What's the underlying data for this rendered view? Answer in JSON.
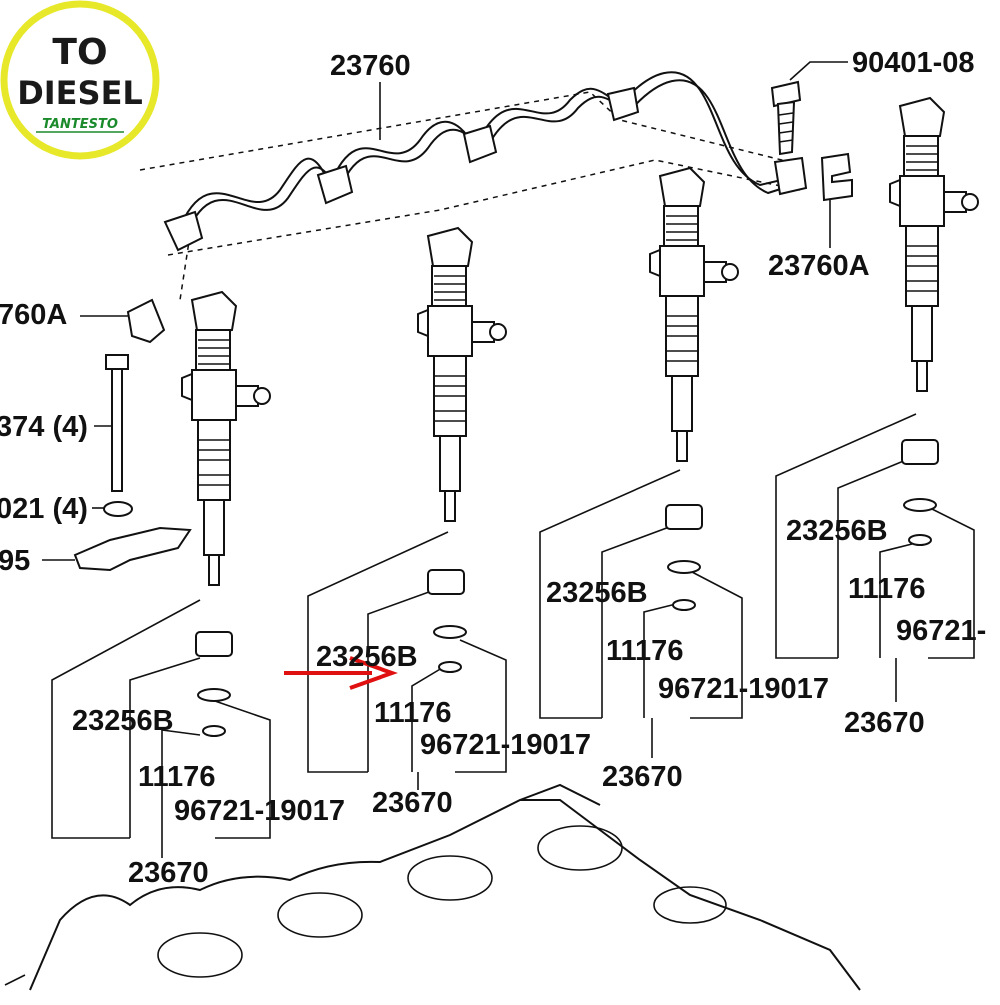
{
  "logo": {
    "line1": "TO",
    "line2": "DIESEL",
    "line3": "TANTESTO",
    "ring_color": "#e8e82a",
    "sub_color": "#1a8a2a"
  },
  "labels": {
    "pipe": "23760",
    "bolt": "90401-08",
    "clip_right": "23760A",
    "clip_left": "760A",
    "stud": "374 (4)",
    "washer": "021 (4)",
    "clamp": "95",
    "inj1": {
      "seal": "23256B",
      "ring": "11176",
      "oring": "96721-19017",
      "kit": "23670"
    },
    "inj2": {
      "seal": "23256B",
      "ring": "11176",
      "oring": "96721-19017",
      "kit": "23670"
    },
    "inj3": {
      "seal": "23256B",
      "ring": "11176",
      "oring": "96721-19017",
      "kit": "23670"
    },
    "inj4": {
      "seal": "23256B",
      "ring": "11176",
      "oring": "96721-",
      "kit": "23670"
    }
  },
  "colors": {
    "line": "#111111",
    "arrow": "#e01010"
  },
  "icons": {
    "pointer": "red-arrow-icon"
  }
}
